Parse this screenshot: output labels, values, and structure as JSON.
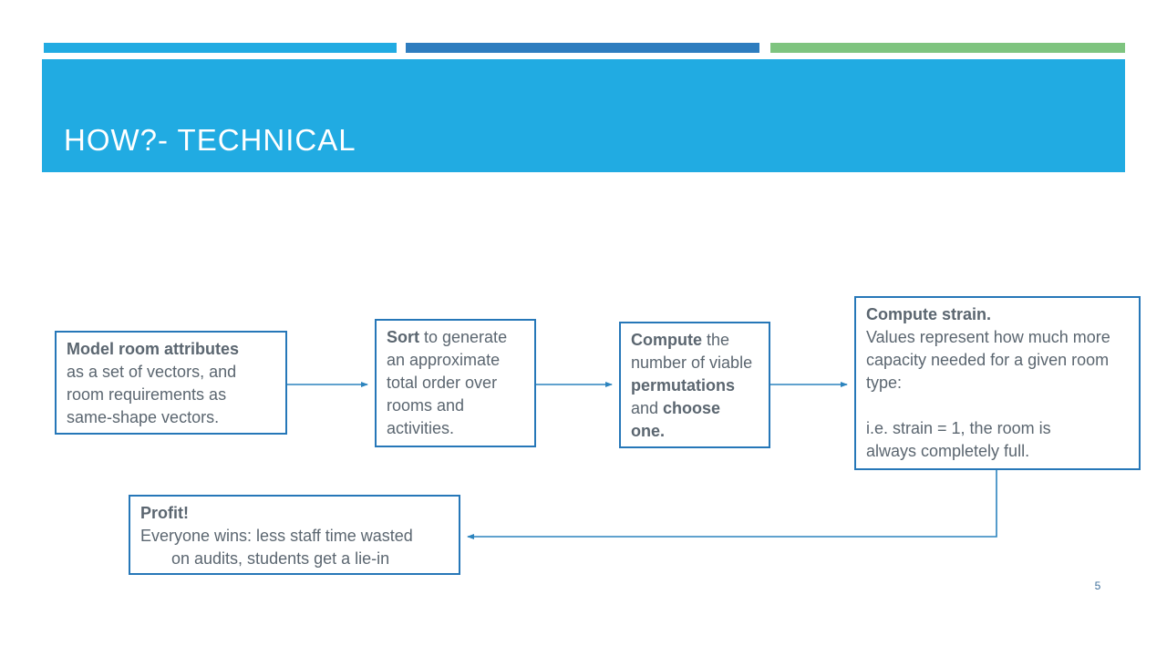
{
  "slide": {
    "title": "HOW?- TECHNICAL",
    "page_number": "5"
  },
  "theme": {
    "banner_blue": "#21ABE2",
    "bar_blue_light": "#21ABE2",
    "bar_blue_dark": "#2E7DBF",
    "bar_green": "#7EC47F",
    "box_border": "#2677B8",
    "connector": "#2C84BE",
    "text_gray": "#5B6670",
    "title_color": "#FFFFFF",
    "page_number_color": "#41719C"
  },
  "flowchart": {
    "boxes": [
      {
        "id": "model",
        "label": "Model room attributes as a set of vectors, and room requirements as same-shape vectors.",
        "lines": [
          {
            "seg": [
              {
                "t": "Model room attributes",
                "b": true
              }
            ]
          },
          {
            "seg": [
              {
                "t": "as a set of vectors, and"
              }
            ]
          },
          {
            "seg": [
              {
                "t": "room requirements as"
              }
            ]
          },
          {
            "seg": [
              {
                "t": "same-shape vectors."
              }
            ]
          }
        ]
      },
      {
        "id": "sort",
        "label": "Sort to generate an approximate total order over rooms and activities.",
        "lines": [
          {
            "seg": [
              {
                "t": "Sort",
                "b": true
              },
              {
                "t": " to generate"
              }
            ]
          },
          {
            "seg": [
              {
                "t": "an approximate"
              }
            ]
          },
          {
            "seg": [
              {
                "t": "total order over"
              }
            ]
          },
          {
            "seg": [
              {
                "t": "rooms and"
              }
            ]
          },
          {
            "seg": [
              {
                "t": "activities."
              }
            ]
          }
        ]
      },
      {
        "id": "permutations",
        "label": "Compute the number of viable permutations and choose one.",
        "lines": [
          {
            "seg": [
              {
                "t": "Compute",
                "b": true
              },
              {
                "t": " the"
              }
            ]
          },
          {
            "seg": [
              {
                "t": "number of viable"
              }
            ]
          },
          {
            "seg": [
              {
                "t": "permutations",
                "b": true
              }
            ]
          },
          {
            "seg": [
              {
                "t": "and "
              },
              {
                "t": "choose",
                "b": true
              }
            ]
          },
          {
            "seg": [
              {
                "t": "one.",
                "b": true
              }
            ]
          }
        ]
      },
      {
        "id": "strain",
        "label": "Compute strain. Values represent how much more capacity needed for a given room type: i.e. strain = 1, the room is always completely full.",
        "lines": [
          {
            "seg": [
              {
                "t": "Compute strain.",
                "b": true
              }
            ]
          },
          {
            "seg": [
              {
                "t": "Values represent how much more"
              }
            ]
          },
          {
            "seg": [
              {
                "t": "capacity needed for a given room"
              }
            ]
          },
          {
            "seg": [
              {
                "t": "type:"
              }
            ]
          },
          {
            "blank": true
          },
          {
            "seg": [
              {
                "t": "i.e. strain = 1, the room is"
              }
            ]
          },
          {
            "seg": [
              {
                "t": "always completely full."
              }
            ]
          }
        ]
      },
      {
        "id": "profit",
        "label": "Profit! Everyone wins: less staff time wasted on audits, students get a lie-in",
        "lines": [
          {
            "seg": [
              {
                "t": "Profit!",
                "b": true
              }
            ]
          },
          {
            "seg": [
              {
                "t": "Everyone wins: less staff time wasted"
              }
            ]
          },
          {
            "seg": [
              {
                "t": "on audits, students get a lie-in"
              }
            ],
            "indent": true
          }
        ]
      }
    ]
  }
}
